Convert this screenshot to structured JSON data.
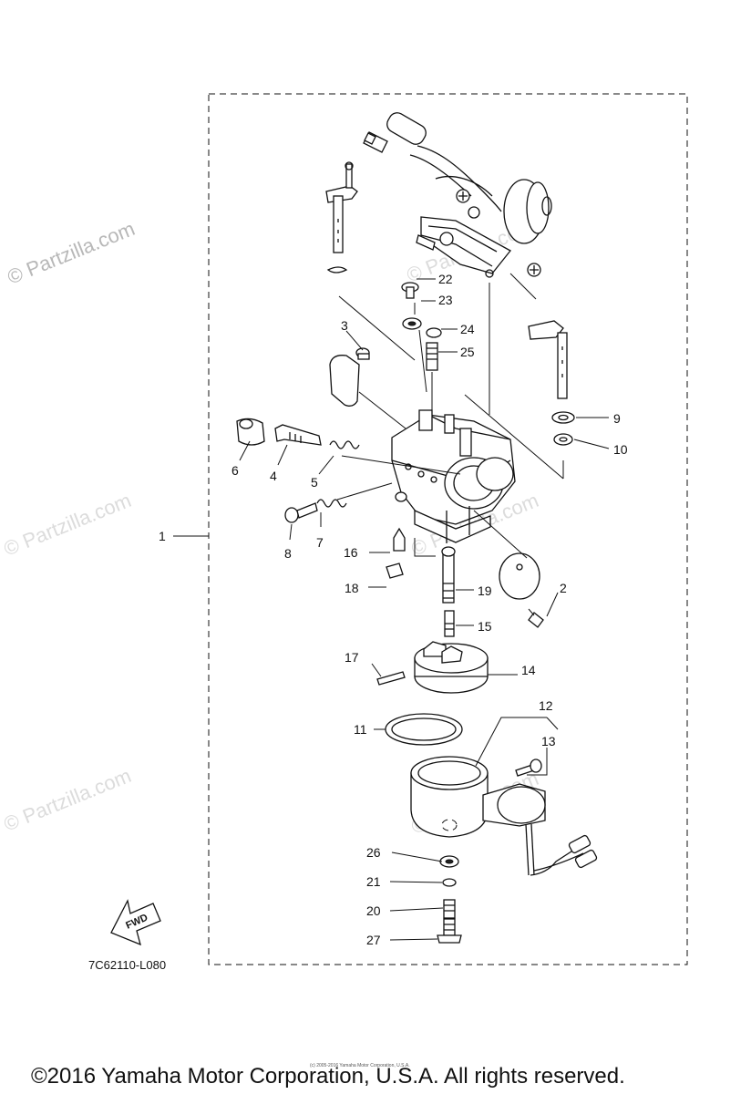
{
  "watermark": {
    "main": "© Partzilla.com",
    "faint": "© Partzilla.com"
  },
  "diagram_code": "7C62110-L080",
  "fwd_label": "FWD",
  "callouts": {
    "c1": "1",
    "c2": "2",
    "c3": "3",
    "c4": "4",
    "c5": "5",
    "c6": "6",
    "c7": "7",
    "c8": "8",
    "c9": "9",
    "c10": "10",
    "c11": "11",
    "c12": "12",
    "c13": "13",
    "c14": "14",
    "c15": "15",
    "c16": "16",
    "c17": "17",
    "c18": "18",
    "c19": "19",
    "c20": "20",
    "c21": "21",
    "c22": "22",
    "c23": "23",
    "c24": "24",
    "c25": "25",
    "c26": "26",
    "c27": "27"
  },
  "footer": {
    "copyright": "©2016 Yamaha Motor Corporation, U.S.A. All rights reserved.",
    "small_print": "(c) 2005-2016 Yamaha Motor Corporation, U.S.A."
  }
}
